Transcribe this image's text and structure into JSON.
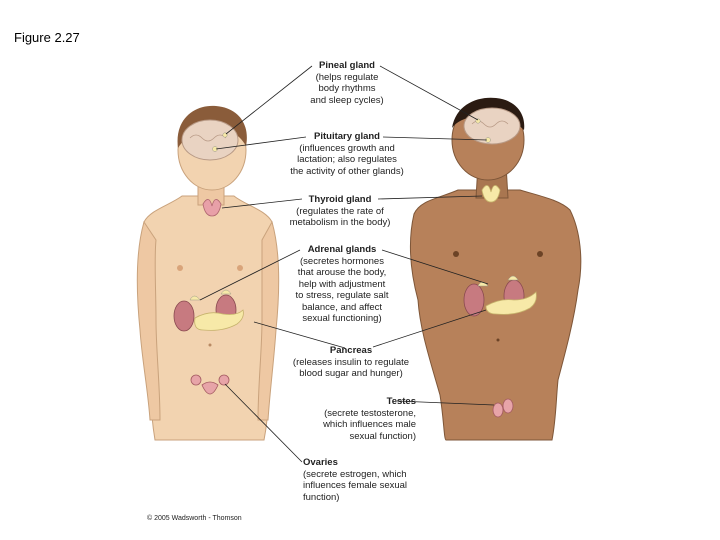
{
  "figure_title": "Figure 2.27",
  "copyright": "© 2005 Wadsworth - Thomson",
  "labels": [
    {
      "name": "Pineal gland",
      "desc": "(helps regulate\nbody rhythms\nand sleep cycles)"
    },
    {
      "name": "Pituitary gland",
      "desc": "(influences growth and\nlactation; also regulates\nthe activity of other glands)"
    },
    {
      "name": "Thyroid gland",
      "desc": "(regulates the rate of\nmetabolism in the body)"
    },
    {
      "name": "Adrenal glands",
      "desc": "(secretes hormones\nthat arouse the body,\nhelp with adjustment\nto stress, regulate salt\nbalance, and affect\nsexual functioning)"
    },
    {
      "name": "Pancreas",
      "desc": "(releases insulin to regulate\nblood sugar and hunger)"
    },
    {
      "name": "Testes",
      "desc": "(secrete testosterone,\nwhich influences male\nsexual function)"
    },
    {
      "name": "Ovaries",
      "desc": "(secrete estrogen, which\ninfluences female sexual\nfunction)"
    }
  ],
  "colors": {
    "female_skin": "#f2d3b0",
    "male_skin": "#b7815a",
    "brain": "#e9d3c2",
    "gland": "#f7e9a8",
    "kidney": "#c77a80",
    "ovary": "#e7a4a8",
    "line": "#222222"
  }
}
